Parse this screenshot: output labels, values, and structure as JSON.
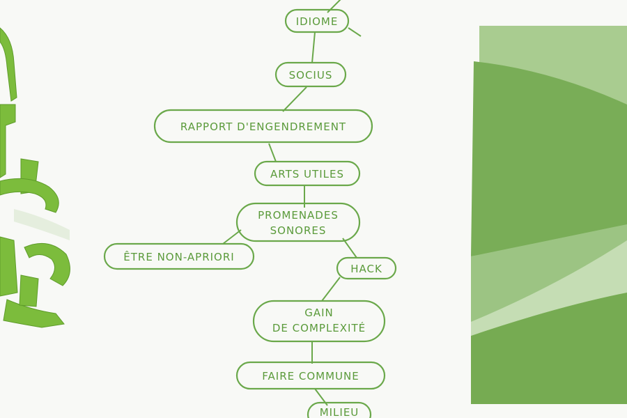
{
  "colors": {
    "ink": "#5a9a3a",
    "paper": "#f8f9f6",
    "panel_dark": "#79ad57",
    "panel_light": "#a9cc90",
    "cutout": "#7cbc3c"
  },
  "diagram": {
    "nodes": {
      "idiome": "IDIOME",
      "socius": "SOCIUS",
      "rapport": "RAPPORT D'ENGENDREMENT",
      "arts_utiles": "ARTS UTILES",
      "promenades_1": "PROMENADES",
      "promenades_2": "SONORES",
      "etre": "ÊTRE NON-APRIORI",
      "hack": "HACK",
      "gain_1": "GAIN",
      "gain_2": "DE COMPLEXITÉ",
      "faire": "FAIRE COMMUNE",
      "milieu": "MILIEU"
    }
  }
}
